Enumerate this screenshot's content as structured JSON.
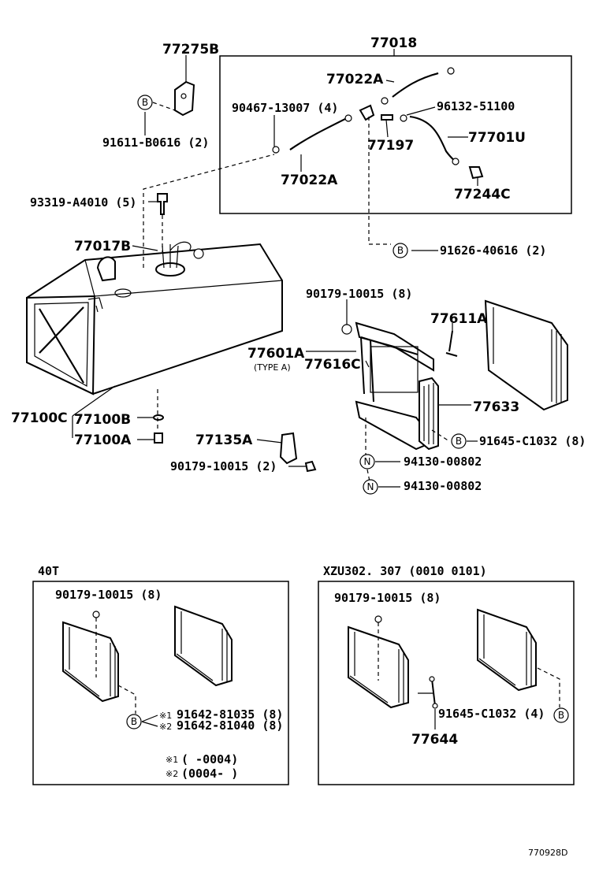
{
  "labels": {
    "p77275b": "77275B",
    "p77018": "77018",
    "p77022a_top": "77022A",
    "p90467": "90467-13007 (4)",
    "p96132": "96132-51100",
    "p91611": "91611-B0616 (2)",
    "p77197": "77197",
    "p77701u": "77701U",
    "p77022a_bot": "77022A",
    "p77244c": "77244C",
    "p93319": "93319-A4010 (5)",
    "p91626": "91626-40616 (2)",
    "p77017b": "77017B",
    "p90179_a": "90179-10015 (8)",
    "p77611a": "77611A",
    "p77601a": "77601A",
    "type_a": "(TYPE A)",
    "p77616c": "77616C",
    "p77633": "77633",
    "p77100c": "77100C",
    "p77100b": "77100B",
    "p77100a": "77100A",
    "p77135a": "77135A",
    "p91645_8": "91645-C1032 (8)",
    "p94130_1": "94130-00802",
    "p90179_b": "90179-10015 (2)",
    "p94130_2": "94130-00802",
    "sec40t": "40T",
    "sec40t_bolt": "90179-10015 (8)",
    "note1_part": "91642-81035 (8)",
    "note2_part": "91642-81040 (8)",
    "note1_range": "(        -0004)",
    "note2_range": "(0004-        )",
    "note1_mark": "※1",
    "note2_mark": "※2",
    "secxzu": "XZU302. 307 (0010  0101)",
    "secxzu_bolt": "90179-10015 (8)",
    "p91645_4": "91645-C1032 (4)",
    "p77644": "77644",
    "diagram_code": "770928D",
    "mark_b": "B",
    "mark_n": "N"
  }
}
